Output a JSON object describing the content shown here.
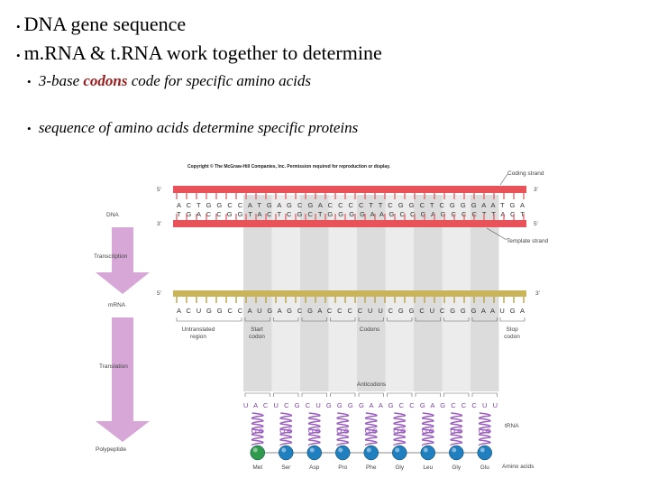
{
  "bullets": {
    "line1": "DNA gene sequence",
    "line2": "m.RNA & t.RNA work together to determine",
    "line3_pre": "3-base ",
    "line3_key": "codons",
    "line3_post": " code for specific amino acids",
    "line4": "sequence of amino acids determine specific proteins"
  },
  "figure": {
    "copyright": "Copyright © The McGraw-Hill Companies, Inc. Permission required for reproduction or display.",
    "coding_strand": "Coding strand",
    "template_strand": "Template strand",
    "five_prime": "5'",
    "three_prime": "3'",
    "dna": "DNA",
    "transcription": "Transcription",
    "mrna": "mRNA",
    "translation": "Translation",
    "polypeptide": "Polypeptide",
    "untranslated_region": [
      "Untranslated",
      "region"
    ],
    "start_codon": [
      "Start",
      "codon"
    ],
    "codons_label": "Codons",
    "stop_codon": [
      "Stop",
      "codon"
    ],
    "anticodons": "Anticodons",
    "trna": "tRNA",
    "amino_acids_label": "Amino acids",
    "coding_seq": "A C T G G C C A T G A G C G A C C C C T T C G G C T C G G G A A T G A",
    "template_seq": "T G A C C G G T A C T C G C T G G G G A A G C C G A G C C C T T A C T",
    "mrna_seq": "A C U G G C C A U G A G C G A C C C C U U C G G C U C G G G A A U G A",
    "anticodon_seq": "U A C U C G C U G G G G A A G C C G A G C C C U U",
    "amino_acids": [
      "Met",
      "Ser",
      "Asp",
      "Pro",
      "Phe",
      "Gly",
      "Leu",
      "Gly",
      "Glu"
    ],
    "colors": {
      "dna_strand": "#e8535a",
      "mrna_strand": "#c8b45a",
      "arrow": "#d8a8d8",
      "trna": "#9b5fc0",
      "met": "#2e9a4a",
      "amino": "#1f7fbf"
    }
  }
}
